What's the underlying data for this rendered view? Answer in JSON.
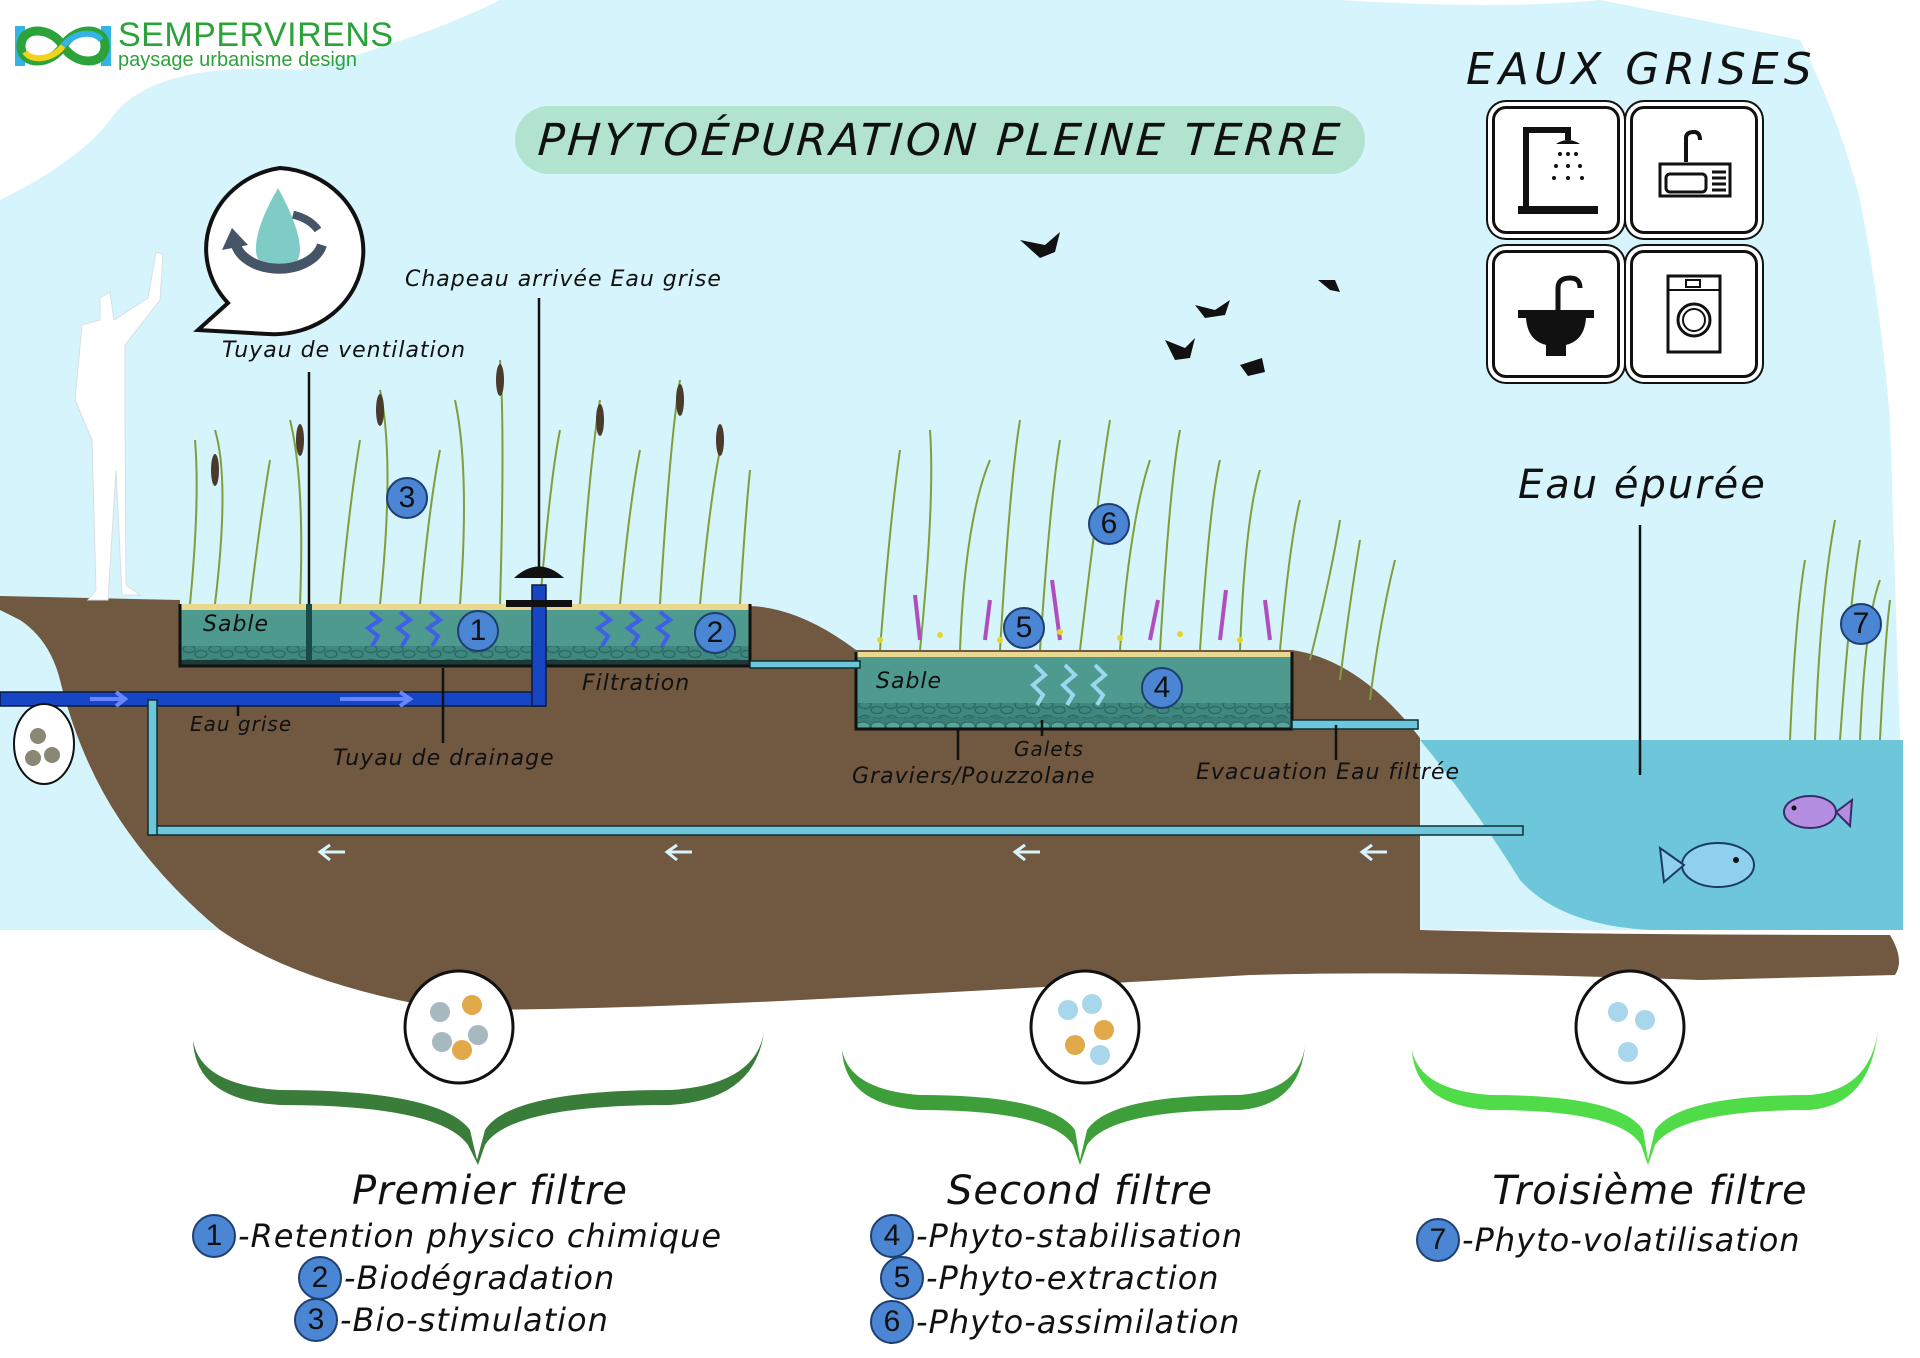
{
  "logo": {
    "name": "SEMPERVIRENS",
    "tagline": "paysage urbanisme design",
    "colors": {
      "green": "#2ba23a",
      "blue": "#35b4e3",
      "yellow": "#f2d21b"
    }
  },
  "title": "PHYTOÉPURATION PLEINE TERRE",
  "greywater_sources": {
    "title": "EAUX GRISES",
    "icons": [
      "shower-icon",
      "kitchen-sink-icon",
      "washbasin-icon",
      "washing-machine-icon"
    ]
  },
  "labels": {
    "vent_pipe": "Tuyau de ventilation",
    "inlet_cap": "Chapeau arrivée Eau grise",
    "sand_1": "Sable",
    "sand_2": "Sable",
    "greywater": "Eau grise",
    "drain_pipe": "Tuyau de drainage",
    "filtration": "Filtration",
    "gravel": "Graviers/Pouzzolane",
    "pebbles": "Galets",
    "outlet": "Evacuation Eau filtrée",
    "purified_water": "Eau épurée"
  },
  "markers": [
    "1",
    "2",
    "3",
    "4",
    "5",
    "6",
    "7"
  ],
  "colors": {
    "sky": "#d6f4fb",
    "soil": "#715840",
    "basin": "#4e9a8e",
    "pond": "#6ec6db",
    "pipe_dark": "#1746c4",
    "pipe_light": "#6ec6db",
    "marker": "#4a86d4",
    "filter1": "#3a7d3a",
    "filter2": "#3d9e3a",
    "filter3": "#4fdc48"
  },
  "filters": [
    {
      "title": "Premier filtre",
      "items": [
        {
          "num": "1",
          "text": "-Retention physico chimique"
        },
        {
          "num": "2",
          "text": "-Biodégradation"
        },
        {
          "num": "3",
          "text": "-Bio-stimulation"
        }
      ]
    },
    {
      "title": "Second filtre",
      "items": [
        {
          "num": "4",
          "text": "-Phyto-stabilisation"
        },
        {
          "num": "5",
          "text": "-Phyto-extraction"
        },
        {
          "num": "6",
          "text": "-Phyto-assimilation"
        }
      ]
    },
    {
      "title": "Troisième filtre",
      "items": [
        {
          "num": "7",
          "text": "-Phyto-volatilisation"
        }
      ]
    }
  ]
}
